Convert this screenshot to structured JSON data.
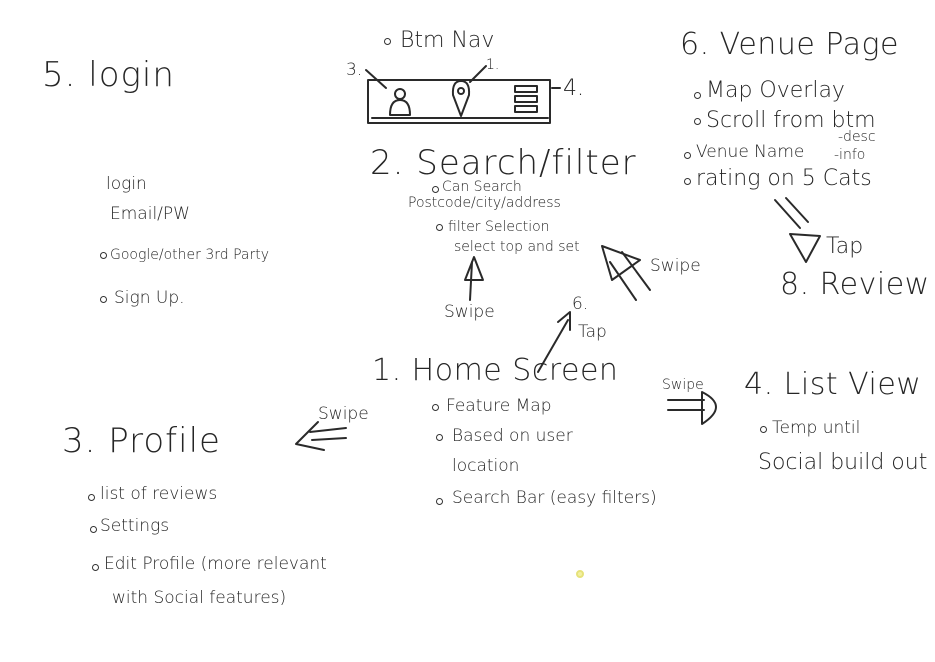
{
  "nav": {
    "bullet": "Btm Nav",
    "num_left": "3.",
    "num_mid": "1.",
    "num_right": "4."
  },
  "login": {
    "title": "5. login",
    "l1": "login",
    "l2": "Email/PW",
    "l3": "Google/other 3rd Party",
    "l4": "Sign Up."
  },
  "search": {
    "title": "2. Search/filter",
    "l1": "Can Search",
    "l2": "Postcode/city/address",
    "l3": "filter Selection",
    "l4": "select top and set"
  },
  "venue": {
    "title": "6. Venue Page",
    "l1": "Map Overlay",
    "l2": "Scroll from btm",
    "l3": "Venue Name",
    "l3_desc": "-desc",
    "l3_info": "-info",
    "l4": "rating on 5 Cats"
  },
  "review": {
    "tap": "Tap",
    "title": "8. Review"
  },
  "home": {
    "title": "1. Home Screen",
    "l1": "Feature Map",
    "l2": "Based on user",
    "l2b": "location",
    "l3": "Search Bar (easy filters)",
    "swipe_up": "Swipe",
    "tap_num": "6.",
    "tap": "Tap"
  },
  "swipe_right_top": "Swipe",
  "list": {
    "swipe": "Swipe",
    "title": "4. List View",
    "l1": "Temp until",
    "l2": "Social build out"
  },
  "profile": {
    "swipe": "Swipe",
    "title": "3. Profile",
    "l1": "list of reviews",
    "l2": "Settings",
    "l3": "Edit Profile (more relevant",
    "l4": "with Social features)"
  }
}
